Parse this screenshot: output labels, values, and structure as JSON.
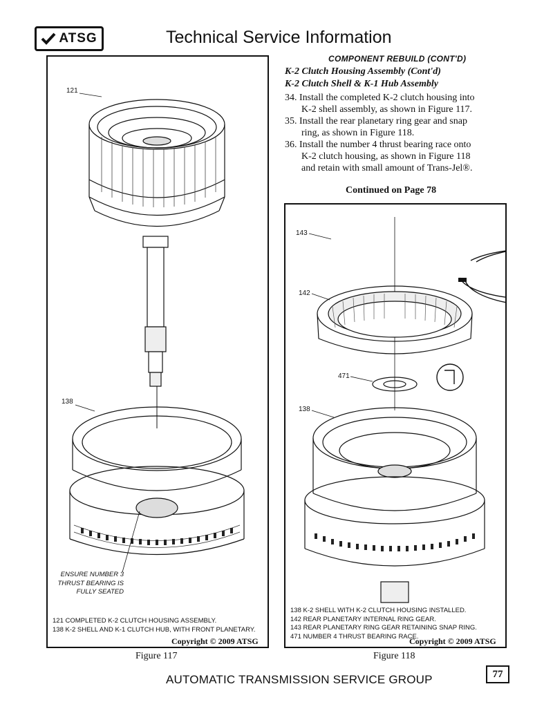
{
  "header": {
    "logo_text": "ATSG",
    "title": "Technical Service Information"
  },
  "section": {
    "title": "COMPONENT REBUILD (CONT'D)",
    "subtitle_1": "K-2 Clutch Housing Assembly (Cont'd)",
    "subtitle_2": "K-2 Clutch Shell & K-1 Hub Assembly"
  },
  "steps": [
    {
      "line1": "34. Install the completed K-2 clutch housing into",
      "line2": "K-2 shell assembly, as shown in Figure 117.",
      "line3": ""
    },
    {
      "line1": "35. Install the rear planetary ring gear and snap",
      "line2": "ring, as shown in Figure 118.",
      "line3": ""
    },
    {
      "line1": "36. Install the number 4 thrust bearing race onto",
      "line2": "K-2 clutch housing, as shown in Figure 118",
      "line3": "and retain with small amount of Trans-Jel®."
    }
  ],
  "continued": "Continued on Page 78",
  "figure117": {
    "callouts": {
      "c121": "121",
      "c138": "138"
    },
    "note": [
      "ENSURE NUMBER 3",
      "THRUST BEARING IS",
      "FULLY SEATED"
    ],
    "legend": [
      "121  COMPLETED K-2 CLUTCH HOUSING ASSEMBLY.",
      "138  K-2 SHELL AND K-1 CLUTCH HUB, WITH FRONT PLANETARY."
    ],
    "copyright": "Copyright © 2009 ATSG",
    "caption": "Figure 117"
  },
  "figure118": {
    "callouts": {
      "c143": "143",
      "c142": "142",
      "c471": "471",
      "c138": "138"
    },
    "legend": [
      "138  K-2 SHELL WITH K-2 CLUTCH HOUSING INSTALLED.",
      "142  REAR PLANETARY INTERNAL RING GEAR.",
      "143  REAR PLANETARY RING GEAR RETAINING SNAP RING.",
      "471  NUMBER 4 THRUST BEARING RACE."
    ],
    "copyright": "Copyright © 2009 ATSG",
    "caption": "Figure 118"
  },
  "footer": {
    "text": "AUTOMATIC TRANSMISSION SERVICE GROUP",
    "page_number": "77"
  }
}
